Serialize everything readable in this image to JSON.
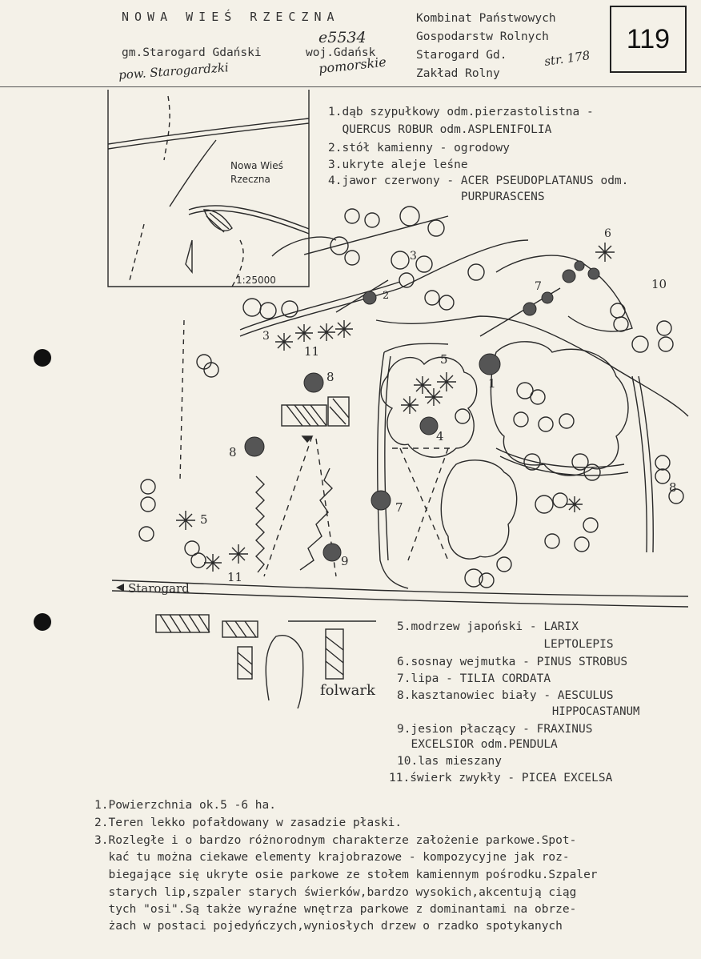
{
  "header": {
    "title": "NOWA WIEŚ RZECZNA",
    "gmina": "gm.Starogard Gdański",
    "woj": "woj.Gdańsk",
    "powiat_handwritten": "pow. Starogardzki",
    "region_handwritten": "pomorskie",
    "code_handwritten": "e5534",
    "owner_lines": [
      "Kombinat Państwowych",
      "Gospodarstw Rolnych",
      "Starogard Gd.",
      "Zakład Rolny"
    ],
    "page_ref_handwritten": "str. 178",
    "number": "119"
  },
  "inset_map": {
    "village_label_1": "Nowa Wieś",
    "village_label_2": "Rzeczna",
    "scale": "1:25000"
  },
  "legend_top": [
    "1.dąb szypułkowy odm.pierzastolistna -",
    "  QUERCUS ROBUR odm.ASPLENIFOLIA",
    "2.stół kamienny - ogrodowy",
    "3.ukryte aleje leśne",
    "4.jawor czerwony - ACER PSEUDOPLATANUS odm.",
    "                   PURPURASCENS"
  ],
  "plan_labels": {
    "road": "Starogard",
    "farm": "folwark",
    "numbers": [
      "1",
      "2",
      "3",
      "4",
      "5",
      "6",
      "7",
      "8",
      "9",
      "10",
      "11"
    ]
  },
  "legend_bottom": [
    "5.modrzew japoński - LARIX",
    "                     LEPTOLEPIS",
    "6.sosnay wejmutka - PINUS STROBUS",
    "7.lipa - TILIA CORDATA",
    "8.kasztanowiec biały - AESCULUS",
    "                       HIPPOCASTANUM",
    "9.jesion płaczący - FRAXINUS",
    "  EXCELSIOR odm.PENDULA",
    "10.las mieszany",
    "11.świerk zwykły - PICEA EXCELSA"
  ],
  "description": [
    "1.Powierzchnia ok.5 -6 ha.",
    "2.Teren lekko pofałdowany w zasadzie płaski.",
    "3.Rozległe i o bardzo różnorodnym charakterze założenie parkowe.Spot-",
    "  kać tu można ciekawe elementy krajobrazowe - kompozycyjne jak roz-",
    "  biegające się ukryte osie parkowe ze stołem kamiennym pośrodku.Szpaler",
    "  starych lip,szpaler starych świerków,bardzo wysokich,akcentują ciąg",
    "  tych \"osi\".Są także wyraźne wnętrza parkowe z dominantami na obrze-",
    "  żach w postaci pojedyńczych,wyniosłych drzew o rzadko spotykanych"
  ],
  "colors": {
    "paper": "#f4f1e8",
    "ink": "#2a2a2a"
  }
}
